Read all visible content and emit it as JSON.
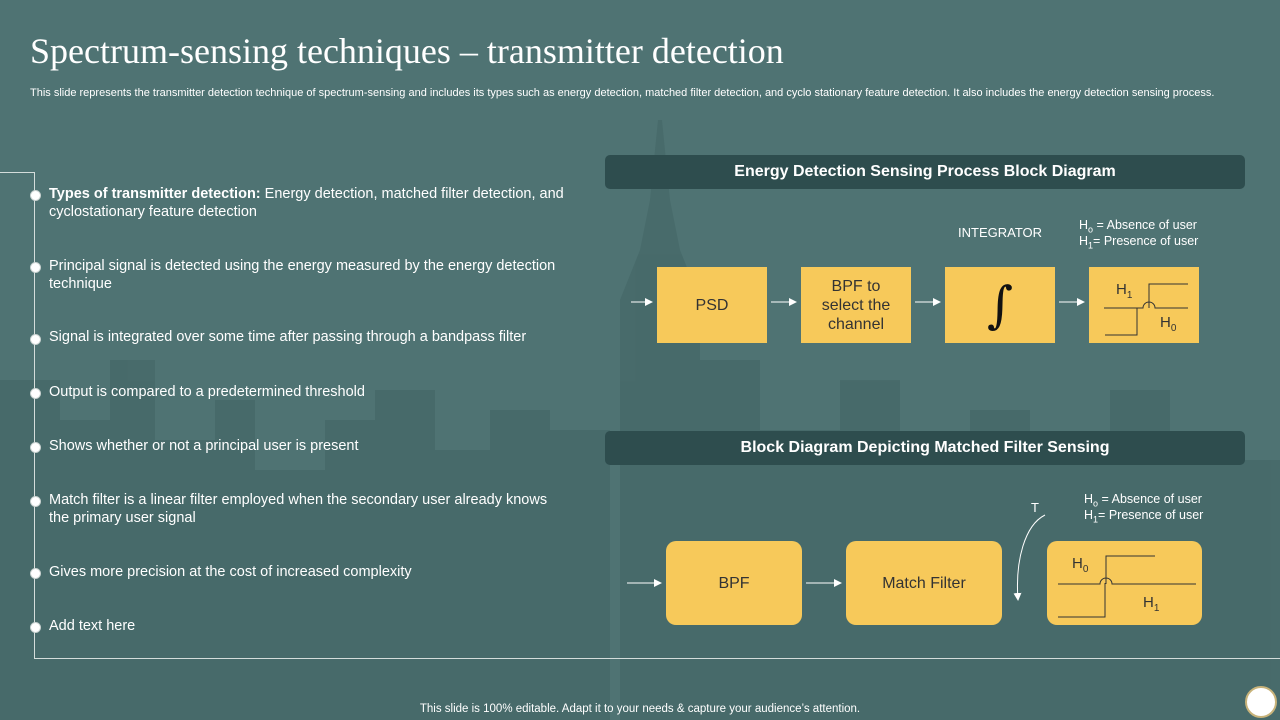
{
  "slide": {
    "title": "Spectrum-sensing techniques – transmitter detection",
    "subtitle": "This slide represents the transmitter detection technique of spectrum-sensing and includes its types such as energy detection, matched filter detection, and cyclo stationary feature detection. It also includes the energy detection sensing process.",
    "footer": "This slide is 100% editable. Adapt it to your needs & capture your audience’s attention."
  },
  "bullets": [
    {
      "bold": "Types of transmitter detection:",
      "text": " Energy detection, matched filter detection, and cyclostationary feature detection"
    },
    {
      "bold": "",
      "text": "Principal signal is detected using the energy measured by the energy detection technique"
    },
    {
      "bold": "",
      "text": "Signal is integrated over some time after passing through a bandpass filter"
    },
    {
      "bold": "",
      "text": "Output is compared to a predetermined threshold"
    },
    {
      "bold": "",
      "text": "Shows whether or not a principal user is present"
    },
    {
      "bold": "",
      "text": "Match filter is a linear filter employed when the secondary user already knows the primary user signal"
    },
    {
      "bold": "",
      "text": "Gives more precision at the cost of increased complexity"
    },
    {
      "bold": "",
      "text": "Add text here"
    }
  ],
  "energy_diagram": {
    "header": "Energy Detection Sensing Process Block Diagram",
    "integrator_label": "INTEGRATOR",
    "h0_symbol": "H",
    "h0_sub": "o",
    "h0_text": " = Absence of user",
    "h1_symbol": "H",
    "h1_sub": "1",
    "h1_text": "= Presence of user",
    "psd_label": "PSD",
    "bpf_label": "BPF to select the channel",
    "integral_symbol": "∫",
    "box_h1": "H",
    "box_h1_sub": "1",
    "box_h0": "H",
    "box_h0_sub": "0"
  },
  "matched_diagram": {
    "header": "Block Diagram Depicting Matched Filter Sensing",
    "t_label": "T",
    "h0_symbol": "H",
    "h0_sub": "o",
    "h0_text": " = Absence of user",
    "h1_symbol": "H",
    "h1_sub": "1",
    "h1_text": "= Presence of user",
    "bpf_label": "BPF",
    "match_filter_label": "Match Filter",
    "box_h0": "H",
    "box_h0_sub": "0",
    "box_h1": "H",
    "box_h1_sub": "1"
  },
  "colors": {
    "background": "#4e7272",
    "header_bar": "#2e4d4e",
    "box_fill": "#f7c95a",
    "text": "#ffffff"
  }
}
